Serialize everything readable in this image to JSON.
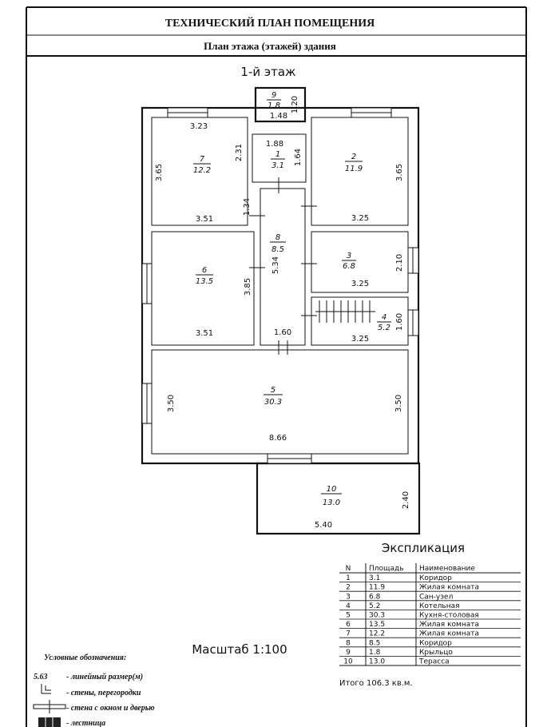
{
  "header": {
    "title": "ТЕХНИЧЕСКИЙ ПЛАН ПОМЕЩЕНИЯ",
    "subtitle": "План этажа (этажей) здания"
  },
  "plan": {
    "floor_label": "1-й этаж",
    "dims": {
      "r9_w": "1.48",
      "r9_h": "1.20",
      "r7_top": "3.23",
      "r7_left": "3.65",
      "r7_right": "2.31",
      "r7_bottom": "3.51",
      "r1_top": "1.88",
      "r1_right": "1.64",
      "r2_right": "3.65",
      "r2_bottom": "3.25",
      "r8_door": "1.34",
      "r8_len": "5.34",
      "r8_bottom": "1.60",
      "r6_right": "3.85",
      "r6_bottom": "3.51",
      "r3_right": "2.10",
      "r3_bottom": "3.25",
      "r4_right": "1.60",
      "r4_bottom": "3.25",
      "r5_left": "3.50",
      "r5_right": "3.50",
      "r5_bottom": "8.66",
      "r10_right": "2.40",
      "r10_bottom": "5.40"
    },
    "scale": "Масштаб 1:100"
  },
  "explication": {
    "title": "Экспликация",
    "columns": [
      "N",
      "Площадь",
      "Наименование"
    ],
    "rows": [
      {
        "n": "1",
        "area": "3.1",
        "name": "Коридор"
      },
      {
        "n": "2",
        "area": "11.9",
        "name": "Жилая комната"
      },
      {
        "n": "3",
        "area": "6.8",
        "name": "Сан-узел"
      },
      {
        "n": "4",
        "area": "5.2",
        "name": "Котельная"
      },
      {
        "n": "5",
        "area": "30.3",
        "name": "Кухня-столовая"
      },
      {
        "n": "6",
        "area": "13.5",
        "name": "Жилая комната"
      },
      {
        "n": "7",
        "area": "12.2",
        "name": "Жилая комната"
      },
      {
        "n": "8",
        "area": "8.5",
        "name": "Коридор"
      },
      {
        "n": "9",
        "area": "1.8",
        "name": "Крыльцо"
      },
      {
        "n": "10",
        "area": "13.0",
        "name": "Терасса"
      }
    ],
    "total": "Итого 106.3 кв.м."
  },
  "legend": {
    "title": "Условные обозначения:",
    "items": [
      {
        "symbol": "5.63",
        "label": "- линейный размер(м)"
      },
      {
        "label": "- стены, перегородки"
      },
      {
        "label": "- стена с окном и дверью"
      },
      {
        "label": "- лестница"
      }
    ]
  }
}
